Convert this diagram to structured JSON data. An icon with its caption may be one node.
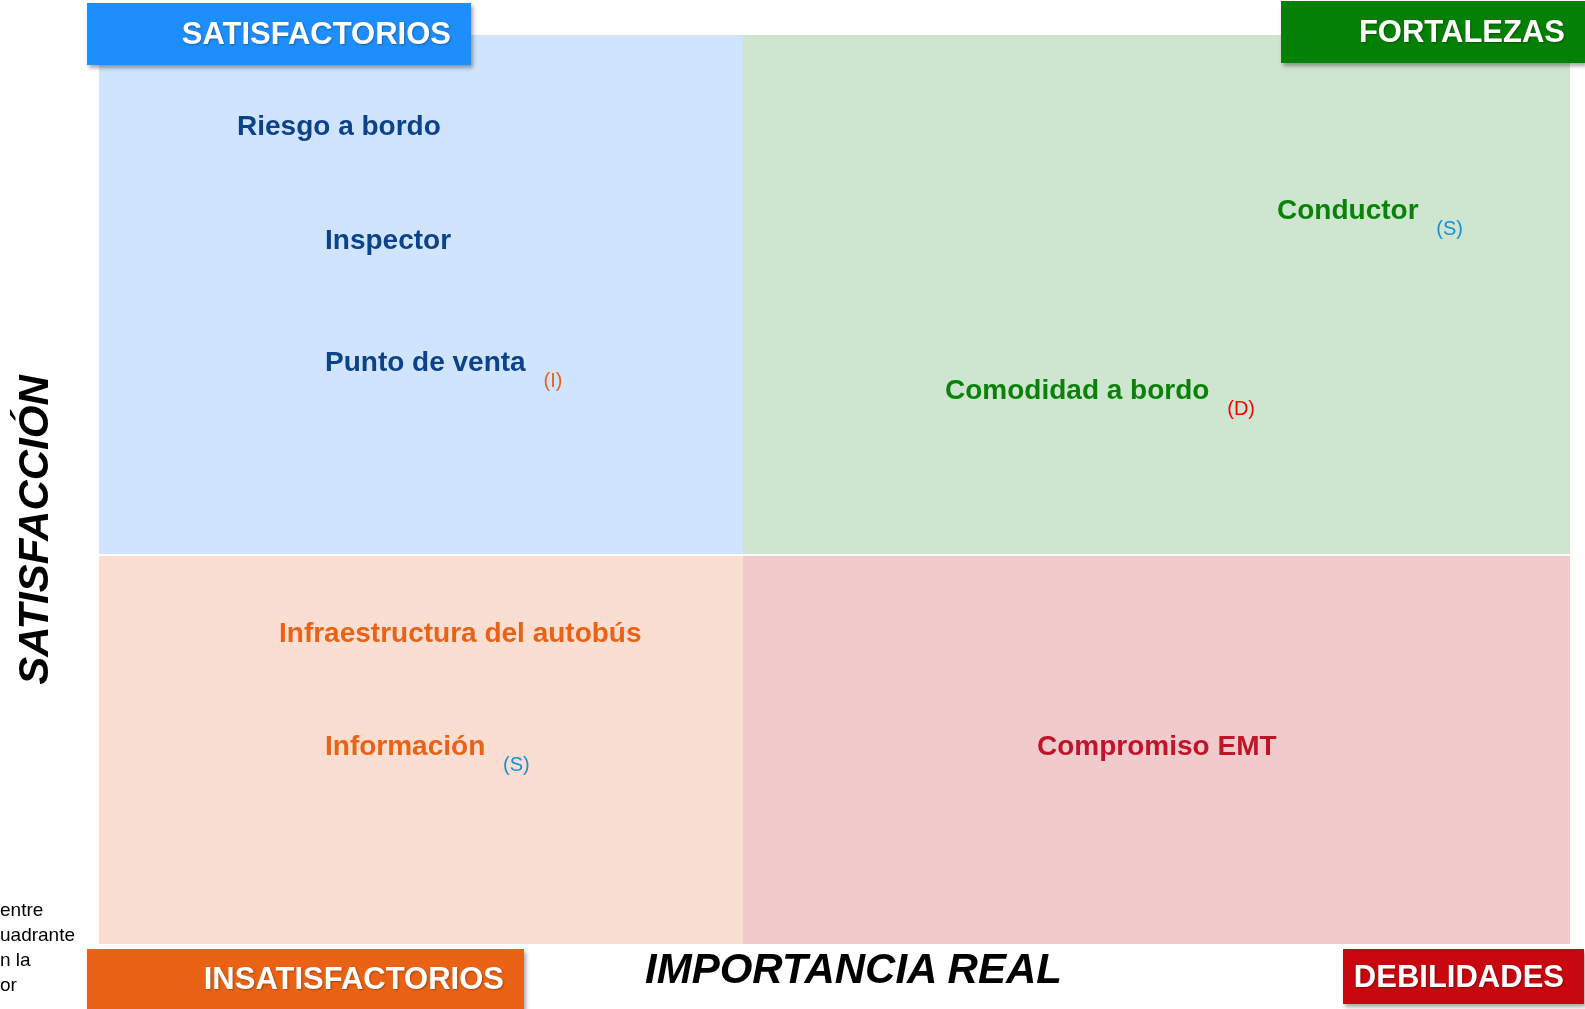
{
  "diagram": {
    "nodes": [
      {
        "text": [
          "Riesgo a bordo",
          "Inspector",
          "Punto de venta $_{(I)}$"
        ]
      },
      {
        "text": [
          "Conductor $_{(S)}$",
          "Comodidad a bordo $_{(D)}$"
        ]
      },
      {
        "text": [
          "Infraestructura del autobús",
          "Información $_{(S)}$"
        ]
      },
      {
        "text": [
          "Compromiso EMT"
        ]
      },
      {
        "text": [
          "SATISFACTORIOS"
        ]
      },
      {
        "text": [
          "FORTALEZAS"
        ]
      },
      {
        "text": [
          "INSATISFACTORIOS"
        ]
      },
      {
        "text": [
          "DEBILIDADES"
        ]
      }
    ],
    "labels": [
      "SATISFACCIÓN",
      "IMPORTANCIA REAL",
      "entre",
      "uadrante",
      "n la",
      "or"
    ]
  }
}
